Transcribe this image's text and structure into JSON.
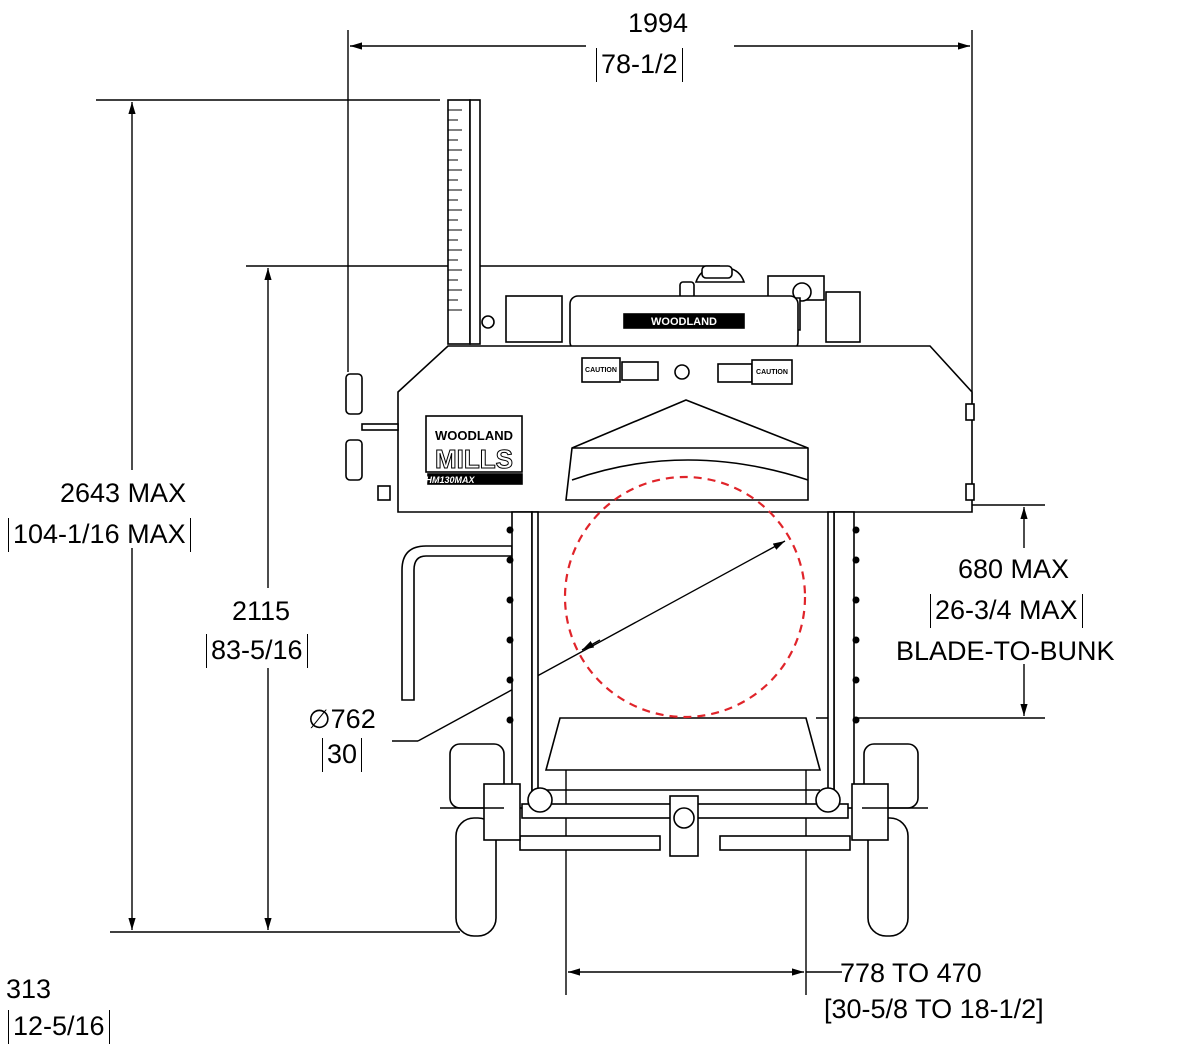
{
  "dimensions": {
    "overall_width": {
      "metric": "1994",
      "imperial": "78-1/2"
    },
    "max_height": {
      "metric": "2643 MAX",
      "imperial": "104-1/16 MAX"
    },
    "height": {
      "metric": "2115",
      "imperial": "83-5/16"
    },
    "blade_to_bunk": {
      "metric": "680 MAX",
      "imperial": "26-3/4 MAX",
      "note": "BLADE-TO-BUNK"
    },
    "log_diameter": {
      "symbol": "∅",
      "metric": "762",
      "imperial": "30"
    },
    "bunk_width": {
      "metric": "778 TO 470",
      "imperial": "[30-5/8 TO 18-1/2]"
    },
    "ground_clearance": {
      "metric": "313",
      "imperial": "12-5/16"
    }
  },
  "branding": {
    "head_plate": "WOODLAND",
    "logo_top": "WOODLAND",
    "logo_bottom": "MILLS",
    "model": "HM130MAX",
    "caution_label": "CAUTION"
  },
  "colors": {
    "line": "#000000",
    "log_outline": "#e0242a",
    "background": "#ffffff"
  }
}
